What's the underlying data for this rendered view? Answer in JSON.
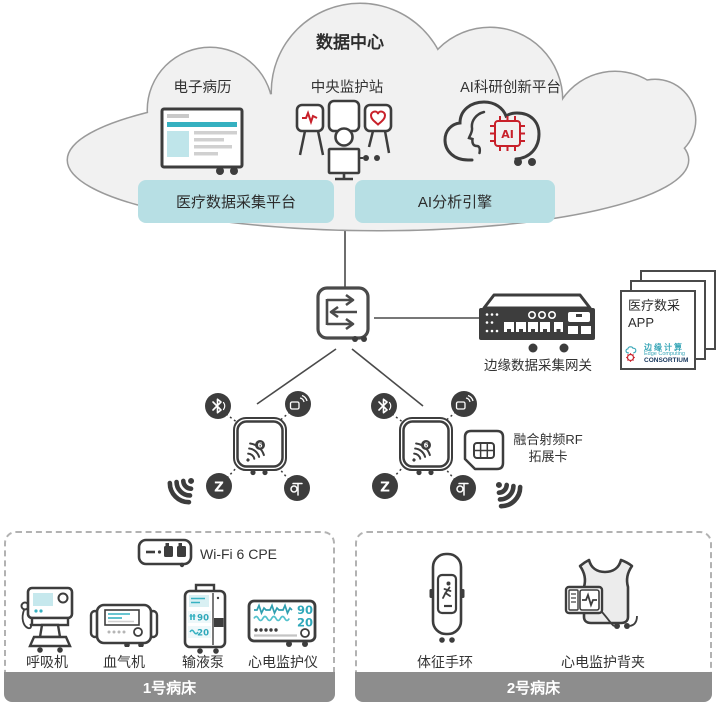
{
  "colors": {
    "icon_dark": "#3d3d3d",
    "teal": "#38b2c2",
    "teal_light_fill": "#c6e8ed",
    "banner_teal": "#b7dfe4",
    "red": "#c8202a",
    "cloud_fill": "#f1f1f1",
    "cloud_border": "#9a9a9a",
    "bed_bar_gray": "#8d8d8d",
    "line_gray": "#4a4a4a"
  },
  "cloud": {
    "title": "数据中心",
    "services": [
      {
        "label": "电子病历",
        "icon": "medical-records-icon"
      },
      {
        "label": "中央监护站",
        "icon": "central-monitor-station-icon"
      },
      {
        "label": "AI科研创新平台",
        "icon": "ai-research-platform-icon"
      }
    ],
    "platforms": [
      {
        "label": "医疗数据采集平台"
      },
      {
        "label": "AI分析引擎"
      }
    ]
  },
  "network": {
    "gateway_label": "边缘数据采集网关",
    "app_card": {
      "title_line1": "医疗数采",
      "title_line2": "APP",
      "logo_cn": "边缘计算",
      "logo_en_line1": "Edge Computing",
      "logo_en_line2": "CONSORTIUM"
    },
    "rf_card_label_line1": "融合射频RF",
    "rf_card_label_line2": "拓展卡"
  },
  "icons": {
    "z_wave_letter": "Z",
    "wifi6_number": "6",
    "ai_chip_label": "AI"
  },
  "bed1": {
    "cpe_label": "Wi-Fi 6 CPE",
    "devices": [
      {
        "label": "呼吸机"
      },
      {
        "label": "血气机"
      },
      {
        "label": "输液泵",
        "value_top": "90",
        "value_bottom": "20"
      },
      {
        "label": "心电监护仪",
        "value_top": "90",
        "value_bottom": "20"
      }
    ],
    "bar_label": "1号病床"
  },
  "bed2": {
    "devices": [
      {
        "label": "体征手环"
      },
      {
        "label": "心电监护背夹"
      }
    ],
    "bar_label": "2号病床"
  }
}
